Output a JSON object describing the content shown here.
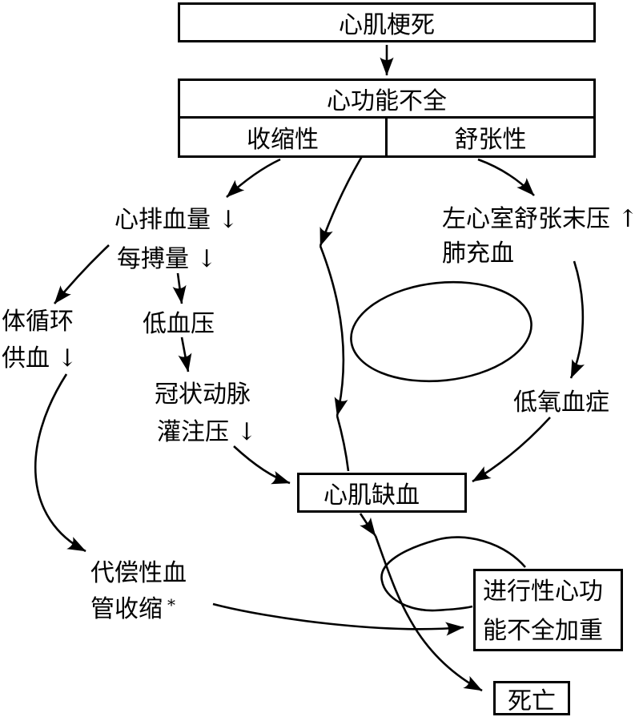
{
  "figure": {
    "nodes": {
      "myocardial_infarction": "心肌梗死",
      "cardiac_insufficiency": "心功能不全",
      "systolic": "收缩性",
      "diastolic": "舒张性",
      "myocardial_ischemia": "心肌缺血",
      "progressive_worsening_line1": "进行性心功",
      "progressive_worsening_line2": "能不全加重",
      "death": "死亡"
    },
    "labels": {
      "cardiac_output_down": "心排血量 ↓",
      "stroke_volume_down": "每搏量 ↓",
      "systemic_circulation_line1": "体循环",
      "systemic_circulation_line2": "供血 ↓",
      "hypotension": "低血压",
      "coronary_artery_line1": "冠状动脉",
      "coronary_perfusion_line2": "灌注压 ↓",
      "lv_end_diastolic_pressure_up": "左心室舒张末压 ↑",
      "pulmonary_congestion": "肺充血",
      "hypoxemia": "低氧血症",
      "compensatory_vasoconstriction_line1": "代偿性血",
      "compensatory_vasoconstriction_line2": "管收缩",
      "footnote_marker": "*"
    },
    "colors": {
      "ink": "#000000",
      "background": "#ffffff"
    }
  }
}
